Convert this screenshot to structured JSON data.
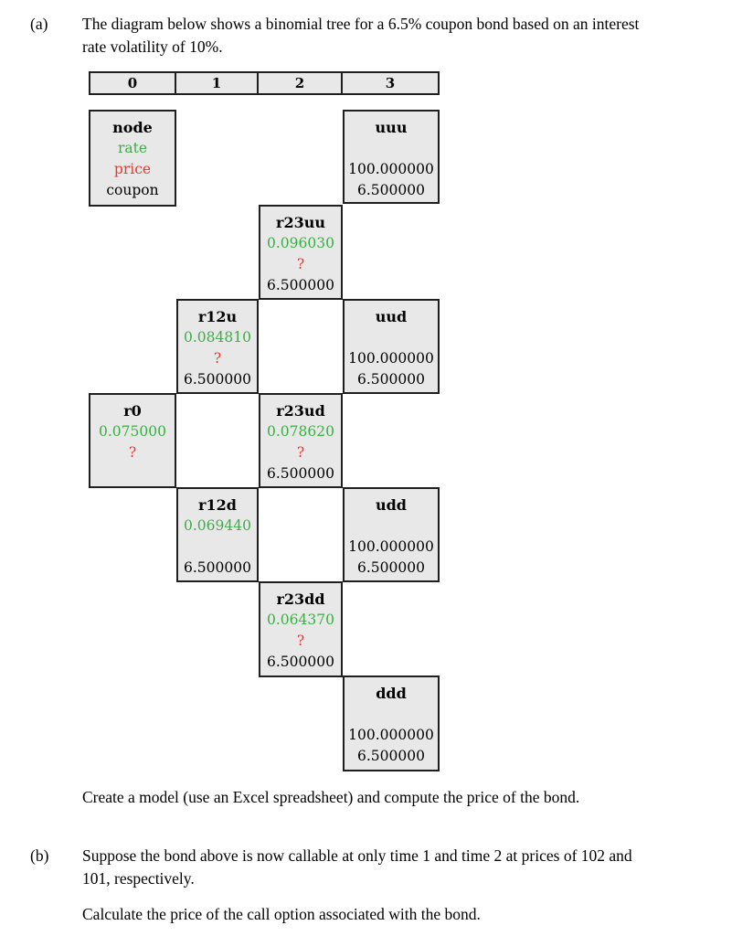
{
  "document": {
    "part_a": {
      "label": "(a)",
      "text": "The diagram below shows a binomial tree for a 6.5% coupon bond based on an interest\nrate volatility of 10%.",
      "instruction": "Create a model (use an Excel spreadsheet) and compute the price of the bond."
    },
    "part_b": {
      "label": "(b)",
      "text": "Suppose the bond above is now callable at only time 1 and time 2 at prices of 102 and\n101, respectively.",
      "instruction": "Calculate the price of the call option associated with the bond."
    }
  },
  "colors": {
    "rate_green": "#3bae46",
    "price_red": "#e6362d",
    "box_fill": "#e8e8e8",
    "box_border": "#1f1f1f"
  },
  "tree": {
    "time_labels": [
      "0",
      "1",
      "2",
      "3"
    ],
    "legend": {
      "title": "node",
      "rate": "rate",
      "price": "price",
      "coupon": "coupon"
    },
    "nodes": [
      {
        "id": "uuu",
        "title": "uuu",
        "rate": "",
        "price": "100.000000",
        "coupon": "6.500000"
      },
      {
        "id": "r23uu",
        "title": "r23uu",
        "rate": "0.096030",
        "price": "?",
        "coupon": "6.500000"
      },
      {
        "id": "r12u",
        "title": "r12u",
        "rate": "0.084810",
        "price": "?",
        "coupon": "6.500000"
      },
      {
        "id": "uud",
        "title": "uud",
        "rate": "",
        "price": "100.000000",
        "coupon": "6.500000"
      },
      {
        "id": "r0",
        "title": "r0",
        "rate": "0.075000",
        "price": "?",
        "coupon": ""
      },
      {
        "id": "r23ud",
        "title": "r23ud",
        "rate": "0.078620",
        "price": "?",
        "coupon": "6.500000"
      },
      {
        "id": "r12d",
        "title": "r12d",
        "rate": "0.069440",
        "price": "",
        "coupon": "6.500000"
      },
      {
        "id": "udd",
        "title": "udd",
        "rate": "",
        "price": "100.000000",
        "coupon": "6.500000"
      },
      {
        "id": "r23dd",
        "title": "r23dd",
        "rate": "0.064370",
        "price": "?",
        "coupon": "6.500000"
      },
      {
        "id": "ddd",
        "title": "ddd",
        "rate": "",
        "price": "100.000000",
        "coupon": "6.500000"
      }
    ]
  }
}
